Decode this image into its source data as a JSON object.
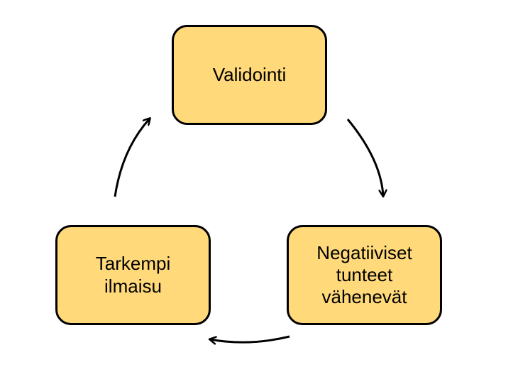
{
  "diagram": {
    "type": "cycle",
    "fill_color": "#FFD97A",
    "stroke_color": "#000000",
    "nodes": [
      {
        "id": "top",
        "label": "Validointi"
      },
      {
        "id": "right",
        "label": "Negatiiviset\ntunteet\nvähenevät"
      },
      {
        "id": "left",
        "label": "Tarkempi\nilmaisu"
      }
    ],
    "edges": [
      {
        "from": "Validointi",
        "to": "Negatiiviset tunteet vähenevät"
      },
      {
        "from": "Negatiiviset tunteet vähenevät",
        "to": "Tarkempi ilmaisu"
      },
      {
        "from": "Tarkempi ilmaisu",
        "to": "Validointi"
      }
    ]
  }
}
